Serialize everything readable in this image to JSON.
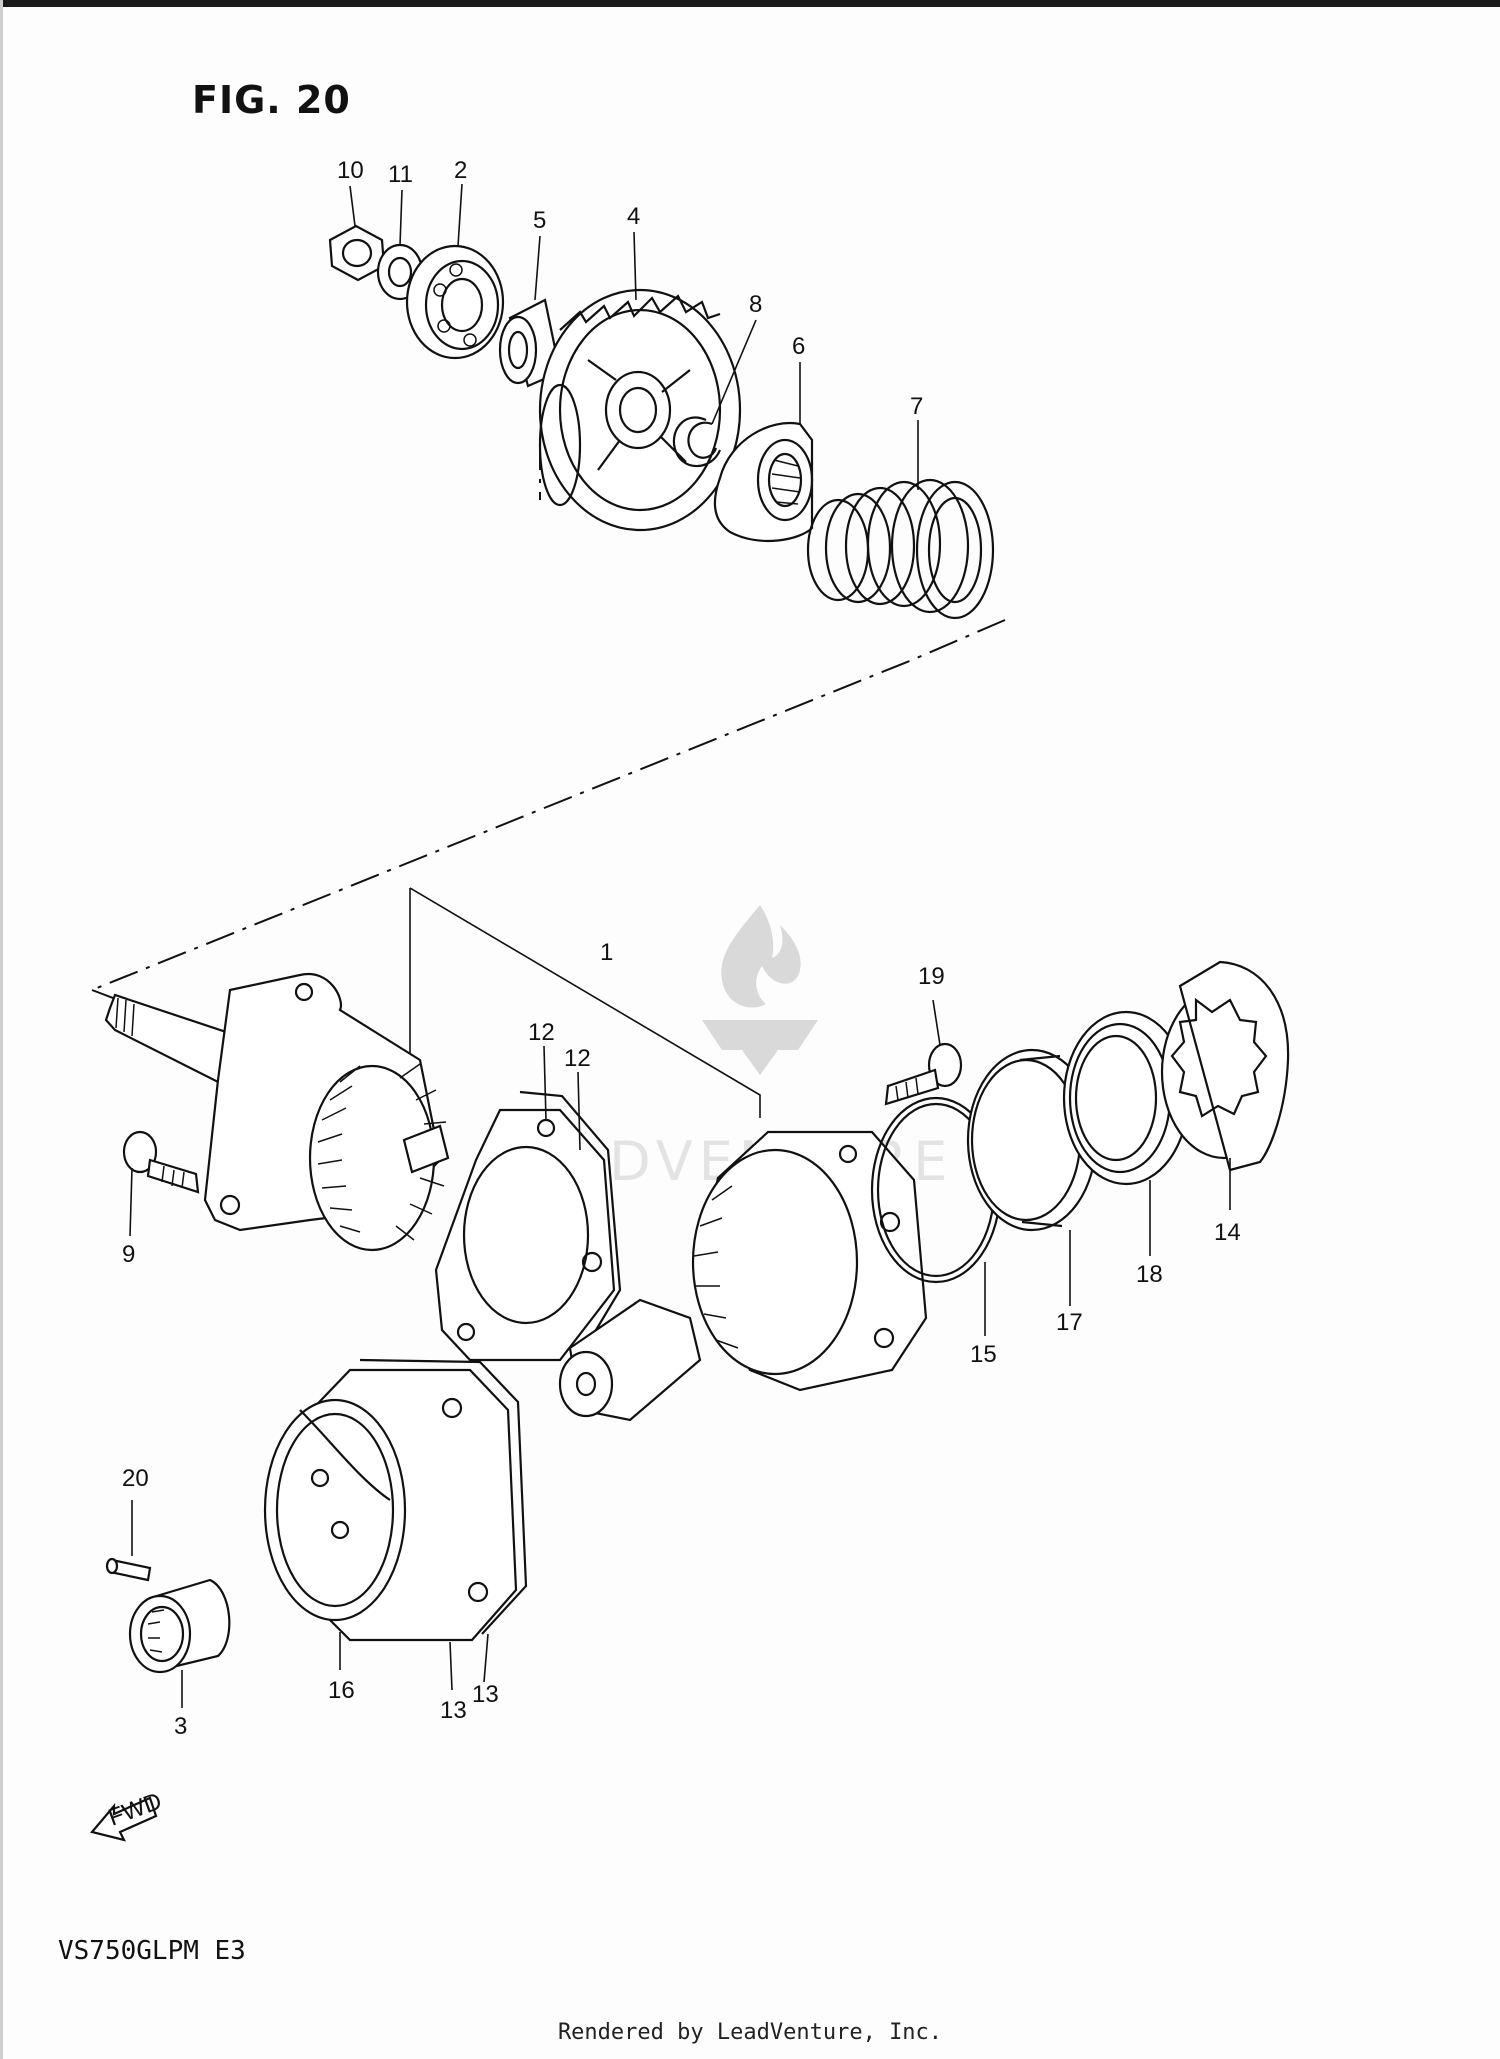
{
  "figure": {
    "title": "FIG. 20",
    "model_code": "VS750GLPM E3",
    "footer": "Rendered by LeadVenture, Inc.",
    "fwd_label": "FWD",
    "watermark_text": "LEADVENTURE"
  },
  "callouts": {
    "c1": "1",
    "c2": "2",
    "c3": "3",
    "c4": "4",
    "c5": "5",
    "c6": "6",
    "c7": "7",
    "c8": "8",
    "c9": "9",
    "c10": "10",
    "c11": "11",
    "c12a": "12",
    "c12b": "12",
    "c13a": "13",
    "c13b": "13",
    "c14": "14",
    "c15": "15",
    "c16": "16",
    "c17": "17",
    "c18": "18",
    "c19": "19",
    "c20": "20"
  }
}
